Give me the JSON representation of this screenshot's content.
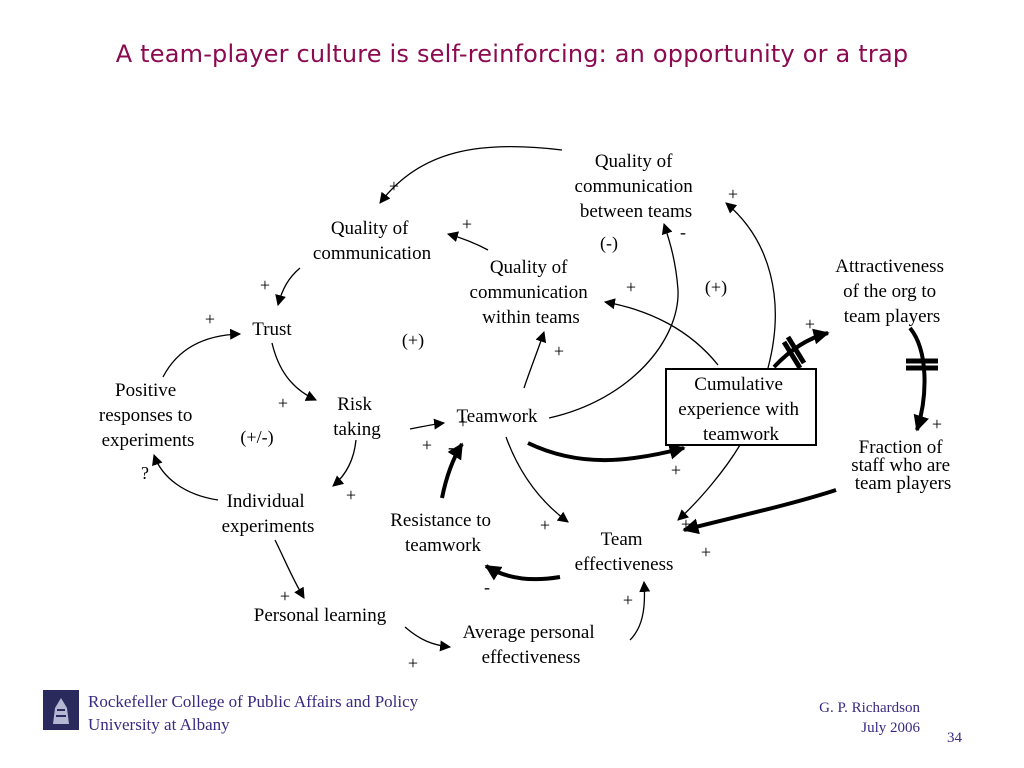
{
  "slide": {
    "title": "A team-player culture is self-reinforcing: an opportunity or a trap",
    "footer": {
      "org_line1": "Rockefeller College of Public Affairs and Policy",
      "org_line2": "University at Albany",
      "author": "G. P. Richardson",
      "date": "July 2006",
      "page": "34"
    }
  },
  "nodes": {
    "qc_between": [
      "Quality of",
      "communication",
      "between teams"
    ],
    "qc": [
      "Quality of",
      "communication"
    ],
    "qc_within": [
      "Quality of",
      "communication",
      "within teams"
    ],
    "attractiveness": [
      "Attractiveness",
      "of the org to",
      "team players"
    ],
    "trust": [
      "Trust"
    ],
    "positive": [
      "Positive",
      "responses to",
      "experiments"
    ],
    "risk": [
      "Risk",
      "taking"
    ],
    "teamwork": [
      "Teamwork"
    ],
    "cumulative": [
      "Cumulative",
      "experience with",
      "teamwork"
    ],
    "fraction": [
      "Fraction of",
      "staff who are",
      "team players"
    ],
    "individual": [
      "Individual",
      "experiments"
    ],
    "resistance": [
      "Resistance to",
      "teamwork"
    ],
    "team_eff": [
      "Team",
      "effectiveness"
    ],
    "personal": [
      "Personal learning"
    ],
    "avg_personal": [
      "Average personal",
      "effectiveness"
    ]
  },
  "polarities": {
    "p1": "+",
    "p2": "+",
    "p3": "+",
    "p4": "-",
    "p5": "(-)",
    "p6": "+",
    "p7": "(+)",
    "p8": "+",
    "p9": "+",
    "p10": "+",
    "p11": "(+)",
    "p12": "+",
    "p13": "+",
    "p14": "(+/-)",
    "p15": "?",
    "p16": "+",
    "p17": "-",
    "p18": "+",
    "p19": "+",
    "p20": "+",
    "p21": "+",
    "p22": "+",
    "p23": "+",
    "p24": "-",
    "p25": "+",
    "p26": "+",
    "p27": "+",
    "p28": "+"
  }
}
